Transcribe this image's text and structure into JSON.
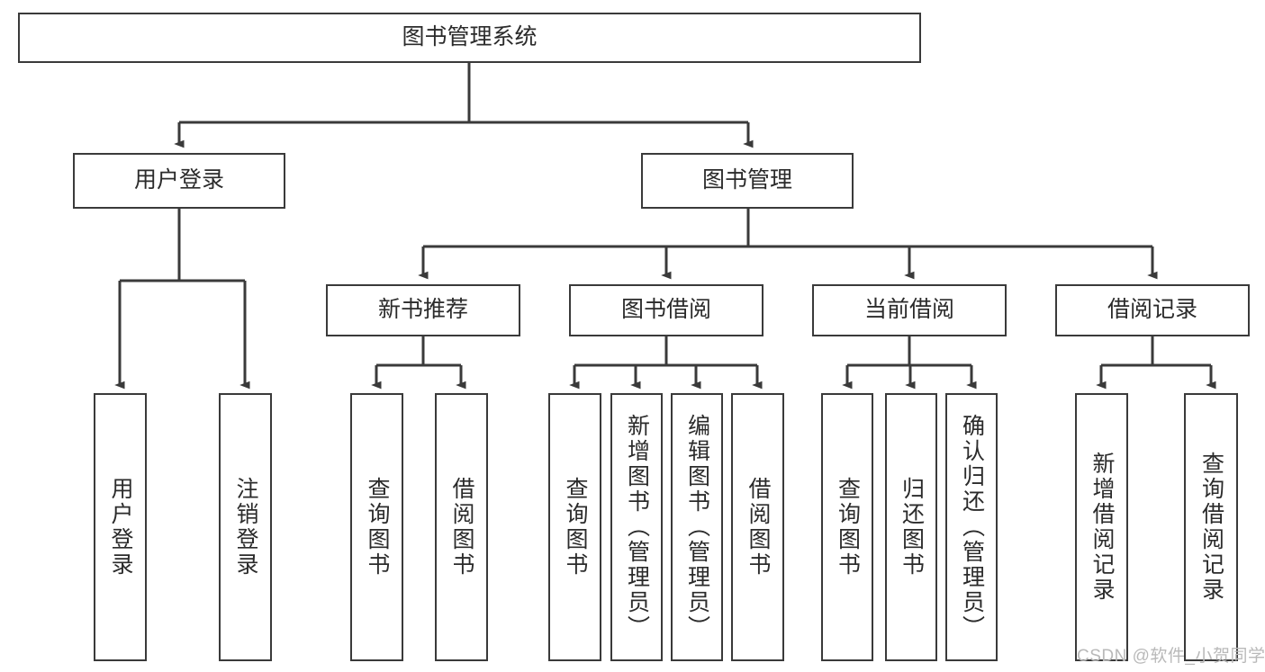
{
  "diagram": {
    "title": "图书管理系统",
    "type": "tree",
    "watermark": "CSDN @软件_小贺同学",
    "colors": {
      "box_border": "#3a3a3a",
      "box_fill": "#ffffff",
      "connector": "#3a3a3a",
      "text": "#2b2b2b",
      "watermark": "#b9b9b9",
      "background": "#ffffff"
    },
    "levels": {
      "root": {
        "label": "图书管理系统"
      },
      "modules": [
        {
          "label": "用户登录"
        },
        {
          "label": "图书管理"
        }
      ],
      "submodules": [
        {
          "label": "新书推荐"
        },
        {
          "label": "图书借阅"
        },
        {
          "label": "当前借阅"
        },
        {
          "label": "借阅记录"
        }
      ],
      "leaves": [
        {
          "label": "用户登录",
          "parent": "用户登录"
        },
        {
          "label": "注销登录",
          "parent": "用户登录"
        },
        {
          "label": "查询图书",
          "parent": "新书推荐"
        },
        {
          "label": "借阅图书",
          "parent": "新书推荐"
        },
        {
          "label": "查询图书",
          "parent": "图书借阅"
        },
        {
          "label": "新增图书（管理员）",
          "parent": "图书借阅"
        },
        {
          "label": "编辑图书（管理员）",
          "parent": "图书借阅"
        },
        {
          "label": "借阅图书",
          "parent": "图书借阅"
        },
        {
          "label": "查询图书",
          "parent": "当前借阅"
        },
        {
          "label": "归还图书",
          "parent": "当前借阅"
        },
        {
          "label": "确认归还（管理员）",
          "parent": "当前借阅"
        },
        {
          "label": "新增借阅记录",
          "parent": "借阅记录"
        },
        {
          "label": "查询借阅记录",
          "parent": "借阅记录"
        }
      ]
    }
  }
}
